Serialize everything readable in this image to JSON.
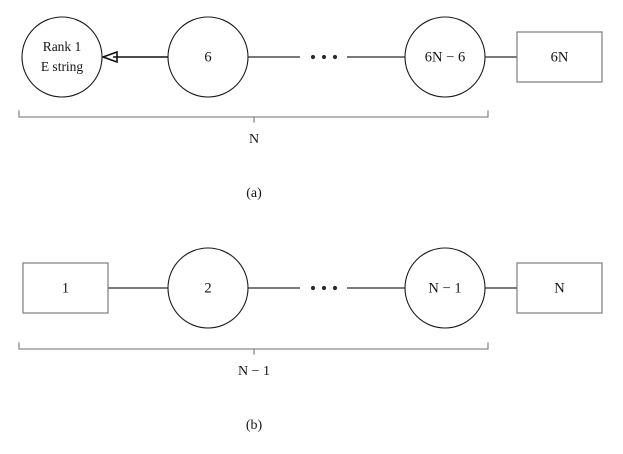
{
  "figure": {
    "background_color": "#ffffff",
    "stroke_color": "#1a1a1a",
    "rect_stroke_color": "#7d7d7d",
    "brace_color": "#8a8a8a",
    "ellipsis": "···"
  },
  "panel_a": {
    "caption": "(a)",
    "brace_label": "N",
    "nodes": [
      {
        "id": "a-node-1",
        "shape": "circle",
        "label_line1": "Rank 1",
        "label_line2": "E string"
      },
      {
        "id": "a-node-2",
        "shape": "circle",
        "label": "6"
      },
      {
        "id": "a-ellipsis",
        "shape": "ellipsis",
        "label": "···"
      },
      {
        "id": "a-node-3",
        "shape": "circle",
        "label": "6N − 6"
      },
      {
        "id": "a-node-4",
        "shape": "rect",
        "label": "6N"
      }
    ],
    "connectors": [
      {
        "id": "a-arrow-1",
        "type": "arrow",
        "direction": "left",
        "from": "a-node-2",
        "to": "a-node-1"
      },
      {
        "id": "a-line-2",
        "type": "line",
        "from": "a-node-2",
        "to": "a-ellipsis"
      },
      {
        "id": "a-line-3",
        "type": "line",
        "from": "a-ellipsis",
        "to": "a-node-3"
      },
      {
        "id": "a-line-4",
        "type": "line",
        "from": "a-node-3",
        "to": "a-node-4"
      }
    ]
  },
  "panel_b": {
    "caption": "(b)",
    "brace_label": "N − 1",
    "nodes": [
      {
        "id": "b-node-1",
        "shape": "rect",
        "label": "1"
      },
      {
        "id": "b-node-2",
        "shape": "circle",
        "label": "2"
      },
      {
        "id": "b-ellipsis",
        "shape": "ellipsis",
        "label": "···"
      },
      {
        "id": "b-node-3",
        "shape": "circle",
        "label": "N − 1"
      },
      {
        "id": "b-node-4",
        "shape": "rect",
        "label": "N"
      }
    ],
    "connectors": [
      {
        "id": "b-line-1",
        "type": "line",
        "from": "b-node-1",
        "to": "b-node-2"
      },
      {
        "id": "b-line-2",
        "type": "line",
        "from": "b-node-2",
        "to": "b-ellipsis"
      },
      {
        "id": "b-line-3",
        "type": "line",
        "from": "b-ellipsis",
        "to": "b-node-3"
      },
      {
        "id": "b-line-4",
        "type": "line",
        "from": "b-node-3",
        "to": "b-node-4"
      }
    ]
  }
}
